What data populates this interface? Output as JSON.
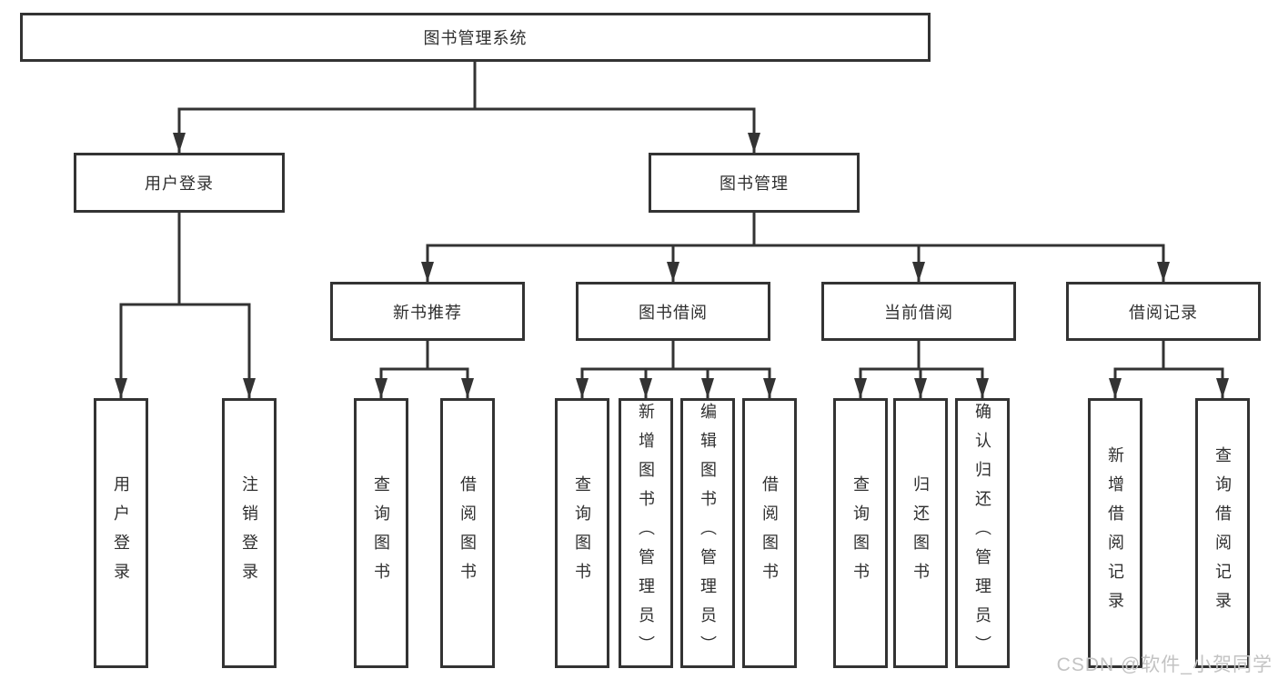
{
  "diagram": {
    "root": {
      "label": "图书管理系统"
    },
    "level2": [
      {
        "label": "用户登录",
        "children": [
          "用户登录",
          "注销登录"
        ]
      },
      {
        "label": "图书管理"
      }
    ],
    "level3": [
      {
        "label": "新书推荐",
        "children": [
          "查询图书",
          "借阅图书"
        ]
      },
      {
        "label": "图书借阅",
        "children": [
          "查询图书",
          "新增图书（管理员）",
          "编辑图书（管理员）",
          "借阅图书"
        ]
      },
      {
        "label": "当前借阅",
        "children": [
          "查询图书",
          "归还图书",
          "确认归还（管理员）"
        ]
      },
      {
        "label": "借阅记录",
        "children": [
          "新增借阅记录",
          "查询借阅记录"
        ]
      }
    ],
    "colors": {
      "line": "#333333",
      "box_border": "#333333",
      "text": "#2f2f2f",
      "background": "#ffffff",
      "watermark": "#c3c3c3"
    }
  },
  "watermark": "CSDN @软件_小贺同学"
}
